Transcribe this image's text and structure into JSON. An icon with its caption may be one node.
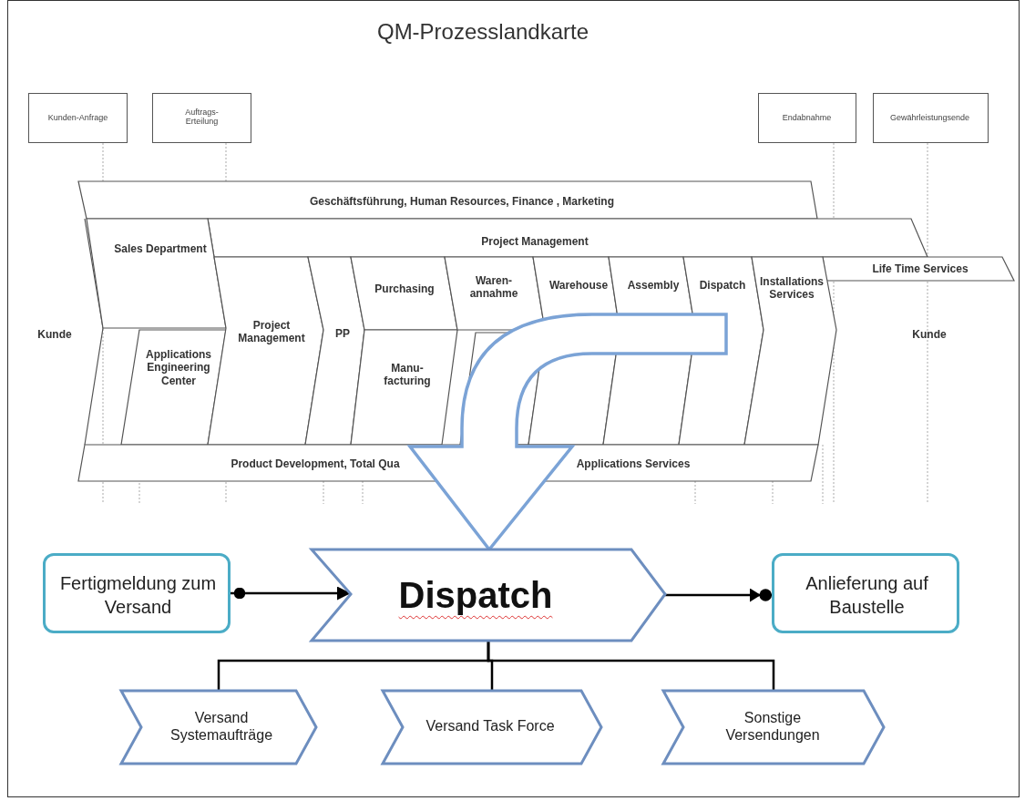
{
  "diagram": {
    "title": "QM-Prozesslandkarte",
    "nodes": [
      {
        "text": [
          "Kunden-Anfrage"
        ]
      },
      {
        "text": [
          "Auftrags-Erteilung"
        ]
      },
      {
        "text": [
          "Endabnahme"
        ]
      },
      {
        "text": [
          "Gewährleistungsende"
        ]
      },
      {
        "text": [
          "Geschäftsführung, Human Resources, Finance , Marketing"
        ]
      },
      {
        "text": [
          "Project Management"
        ]
      },
      {
        "text": [
          "Life Time Services"
        ]
      },
      {
        "text": [
          "Kunde"
        ]
      },
      {
        "text": [
          "Sales Department"
        ]
      },
      {
        "text": [
          "Applications Engineering Center"
        ]
      },
      {
        "text": [
          "Project Management"
        ]
      },
      {
        "text": [
          "PP"
        ]
      },
      {
        "text": [
          "Purchasing"
        ]
      },
      {
        "text": [
          "Manu- facturing"
        ]
      },
      {
        "text": [
          "Waren- annahme"
        ]
      },
      {
        "text": [
          "Warehouse"
        ]
      },
      {
        "text": [
          "Assembly"
        ]
      },
      {
        "text": [
          "Dispatch"
        ]
      },
      {
        "text": [
          "Installations Services"
        ]
      },
      {
        "text": [
          "Kunde"
        ]
      },
      {
        "text": [
          "Product Development, Total Qua",
          "Applications Services"
        ]
      },
      {
        "text": [
          "Fertigmeldung zum Versand"
        ]
      },
      {
        "text": [
          "Dispatch"
        ]
      },
      {
        "text": [
          "Anlieferung auf Baustelle"
        ]
      },
      {
        "text": [
          "Versand Systemaufträge"
        ]
      },
      {
        "text": [
          "Versand Task Force"
        ]
      },
      {
        "text": [
          "Sonstige Versendungen"
        ]
      }
    ],
    "edges": [
      {
        "from": 17,
        "to": 22,
        "arrow": "to",
        "style": "thick",
        "color": "#7ba3d6"
      },
      {
        "from": 21,
        "to": 22,
        "arrow": "to"
      },
      {
        "from": 22,
        "to": 23,
        "arrow": "to"
      },
      {
        "from": 22,
        "to": 24,
        "arrow": "none"
      },
      {
        "from": 22,
        "to": 25,
        "arrow": "none"
      },
      {
        "from": 22,
        "to": 26,
        "arrow": "none"
      }
    ]
  }
}
